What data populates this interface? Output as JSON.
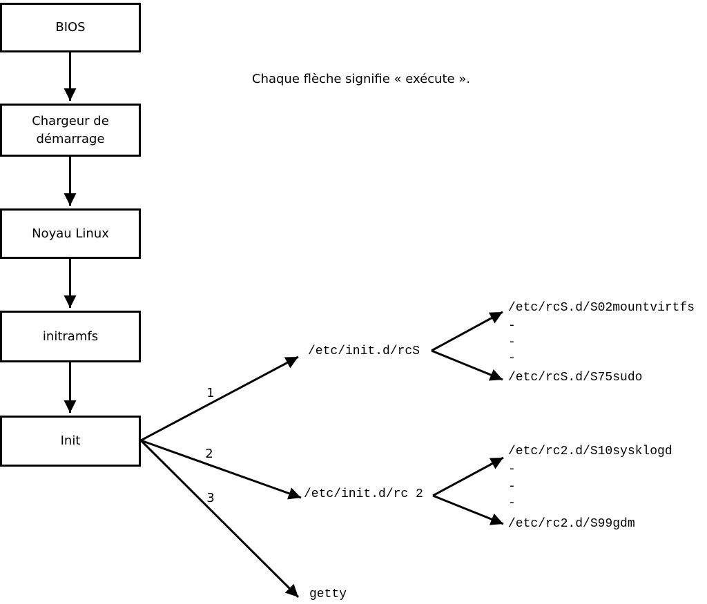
{
  "caption": "Chaque flèche signifie « exécute ».",
  "flow_boxes": [
    {
      "label": "BIOS"
    },
    {
      "label": "Chargeur de démarrage"
    },
    {
      "label": "Noyau Linux"
    },
    {
      "label": "initramfs"
    },
    {
      "label": "Init"
    }
  ],
  "branches": [
    {
      "number": "1",
      "target": "/etc/init.d/rcS",
      "children": [
        "/etc/rcS.d/S02mountvirtfs",
        "-",
        "-",
        "-",
        "/etc/rcS.d/S75sudo"
      ]
    },
    {
      "number": "2",
      "target": "/etc/init.d/rc 2",
      "children": [
        "/etc/rc2.d/S10sysklogd",
        "-",
        "-",
        "-",
        "/etc/rc2.d/S99gdm"
      ]
    },
    {
      "number": "3",
      "target": "getty",
      "children": []
    }
  ],
  "colors": {
    "line": "#000000",
    "background": "#ffffff"
  }
}
